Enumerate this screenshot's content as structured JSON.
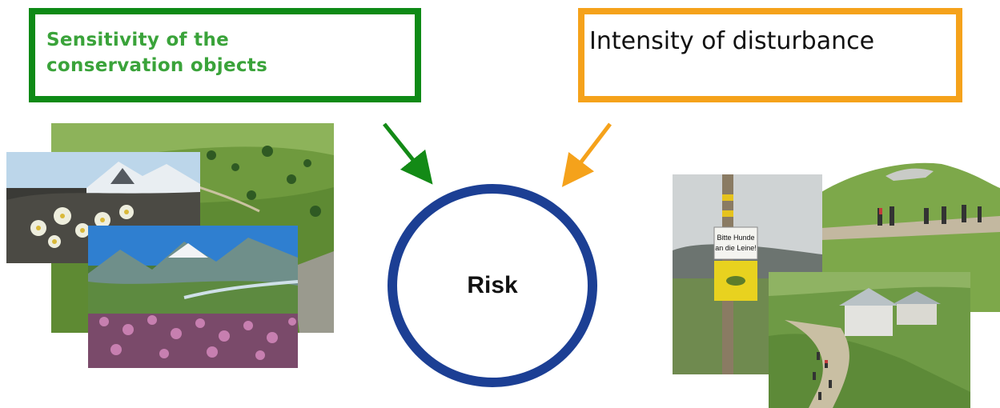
{
  "boxes": {
    "sensitivity": {
      "label": "Sensitivity of the conservation objects",
      "color": "#0e8a16"
    },
    "intensity": {
      "label": "Intensity of disturbance",
      "color": "#f5a21b"
    }
  },
  "center": {
    "label": "Risk",
    "color": "#1c3f94"
  },
  "photos": {
    "sign_text": "Bitte Hunde an die Leine!"
  }
}
